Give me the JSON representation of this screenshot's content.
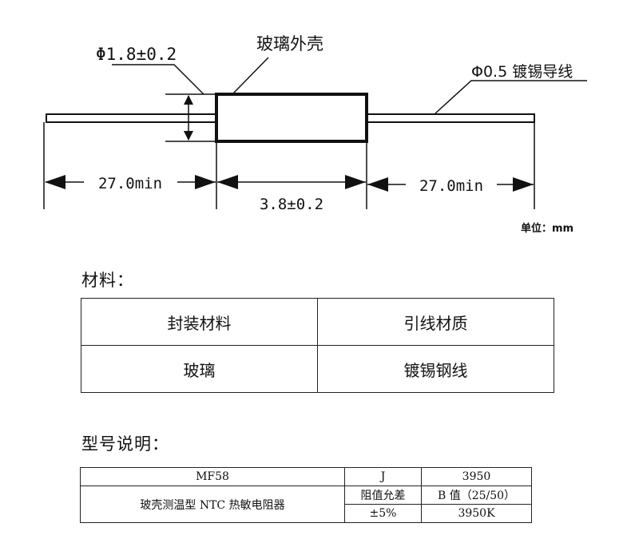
{
  "diagram": {
    "body_diameter_label": "Φ1.8±0.2",
    "glass_shell_label": "玻璃外壳",
    "lead_diameter_label": "Φ0.5 镀锡导线",
    "left_lead_length_label": "27.0min",
    "body_length_label": "3.8±0.2",
    "right_lead_length_label": "27.0min",
    "unit_label": "单位：mm"
  },
  "materials": {
    "heading": "材料：",
    "headers": [
      "封装材料",
      "引线材质"
    ],
    "values": [
      "玻璃",
      "镀锡钢线"
    ]
  },
  "model": {
    "heading": "型号说明：",
    "model_name": "MF58",
    "product_description": "玻壳测温型 NTC 热敏电阻器",
    "tolerance_code": "J",
    "tolerance_label": "阻值允差",
    "tolerance_value": "±5%",
    "b_code": "3950",
    "b_label": "B 值（25/50）",
    "b_value": "3950K"
  },
  "colors": {
    "line": "#111111",
    "background": "#ffffff"
  }
}
